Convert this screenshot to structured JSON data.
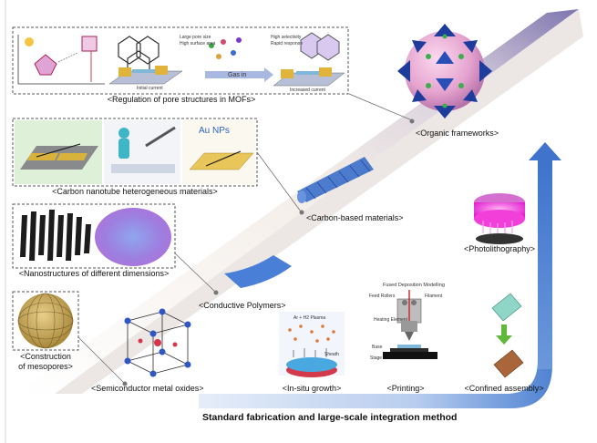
{
  "title": "Standard fabrication and large-scale integration method",
  "categories": {
    "organic_frameworks": "<Organic frameworks>",
    "carbon_based": "<Carbon-based materials>",
    "conductive_polymers": "<Conductive Polymers>",
    "semiconductor_oxides": "<Semiconductor metal oxides>"
  },
  "panels": {
    "mofs": {
      "label": "<Regulation of pore structures in MOFs>",
      "small_texts": [
        "Large pore size",
        "High surface area",
        "High selectivity",
        "Rapid response",
        "Initial current",
        "Gas in",
        "Increased current"
      ]
    },
    "cnt": {
      "label": "<Carbon nanotube heterogeneous materials>",
      "small_texts": [
        "Au NPs"
      ]
    },
    "nano": {
      "label": "<Nanostructures of different dimensions>"
    },
    "meso": {
      "label_line1": "<Construction",
      "label_line2": "of mesopores>"
    }
  },
  "methods": {
    "photolithography": "<Photolithography>",
    "in_situ": "<In-situ growth>",
    "printing": "<Printing>",
    "confined": "<Confined assembly>",
    "printing_texts": [
      "Fused Deposition Modelling",
      "Feed Rollers",
      "Filament",
      "Heating Element",
      "Base",
      "Stage"
    ],
    "insitu_texts": [
      "Ar + H2 Plasma",
      "Sheath"
    ]
  },
  "colors": {
    "band_light": "#f2ece6",
    "band_edge": "#d9d2cf",
    "band_purple": "#8e83b8",
    "arrow_blue": "#4a7fd1",
    "arrow_light": "#cfdcf3",
    "dash": "#555555"
  }
}
